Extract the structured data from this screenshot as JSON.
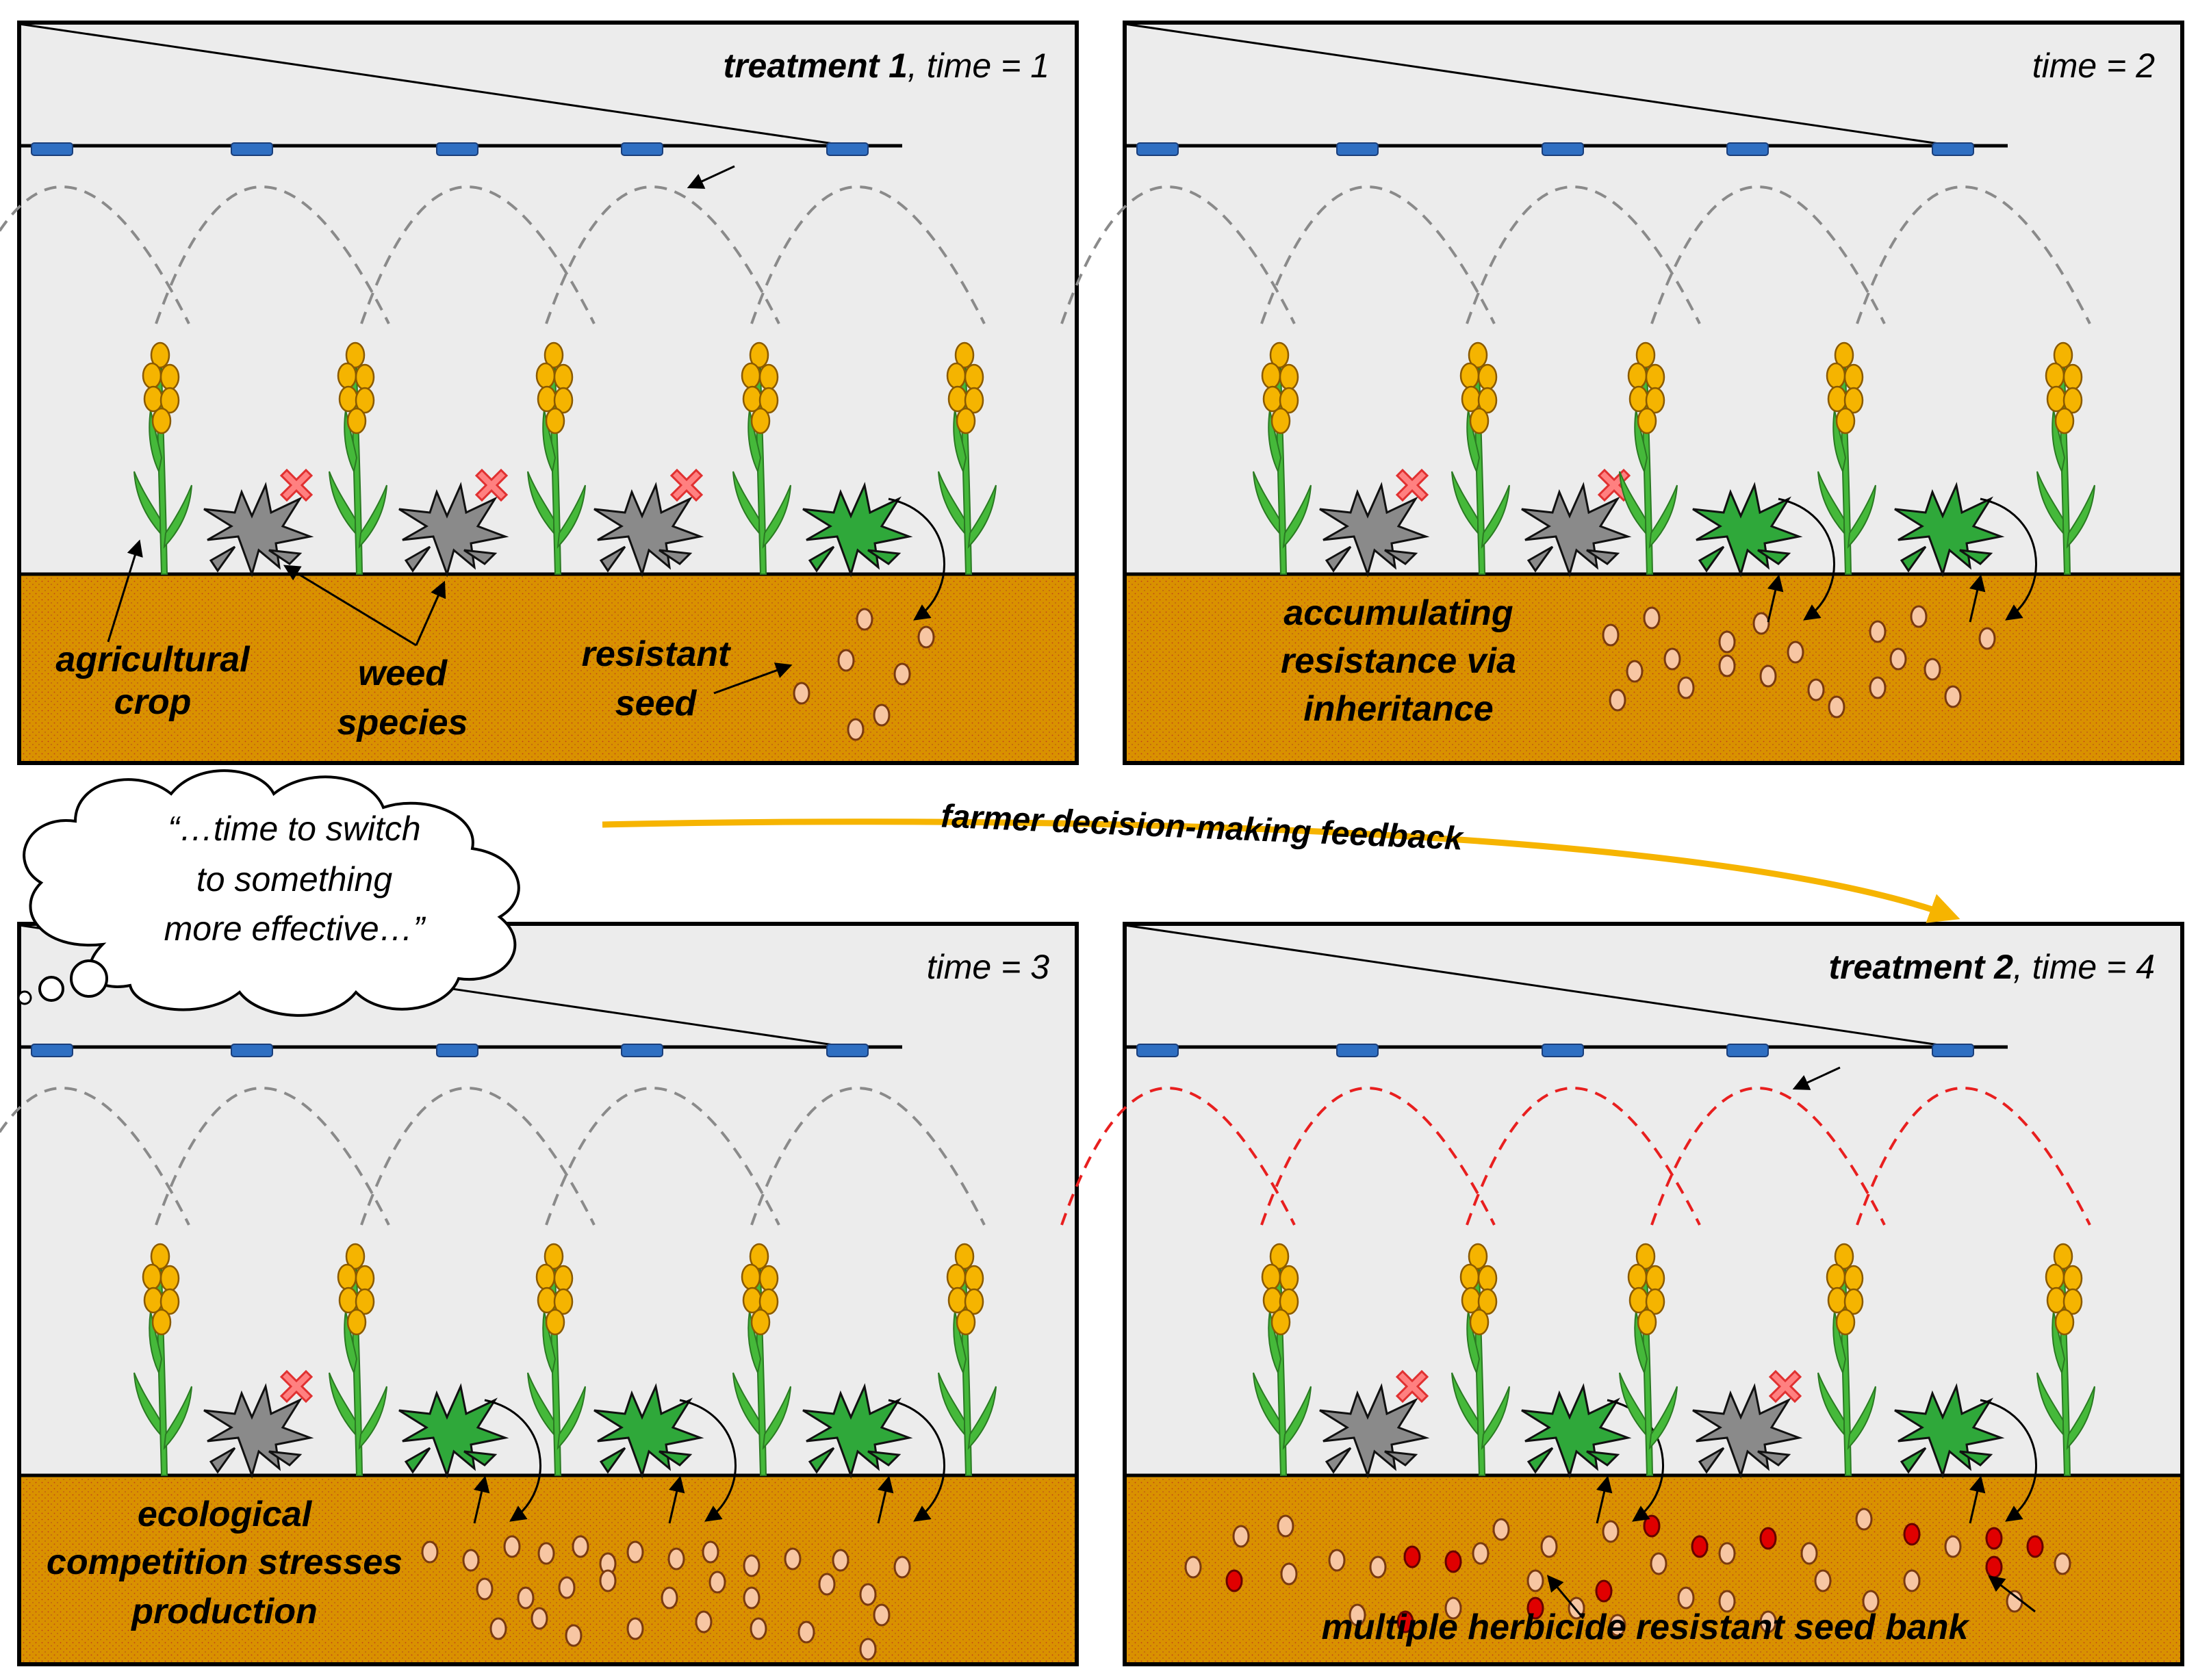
{
  "colors": {
    "sky": "#ececec",
    "soil": "#d99100",
    "soil_dot": "#b8521a",
    "crop_stem": "#45b93a",
    "crop_grain": "#f5b400",
    "weed_grey": "#8a8a8a",
    "weed_green": "#2fa83a",
    "nozzle": "#2f6fc2",
    "spray_grey": "#8a8a8a",
    "spray_red": "#e81f1f",
    "seed_light": "#f7c6a3",
    "seed_red": "#e00000",
    "feedback_arrow": "#f6b400",
    "cross": "#ff8080"
  },
  "icons": [
    "crop-icon",
    "weed-icon",
    "cross-icon",
    "seed-icon",
    "nozzle-icon",
    "thought-cloud-icon"
  ],
  "panels": [
    {
      "id": "panel1",
      "time_bold": "treatment 1",
      "time_text": ", time = 1",
      "spray": "grey",
      "labels": [
        "agricultural",
        "crop",
        "weed",
        "species",
        "resistant",
        "seed"
      ]
    },
    {
      "id": "panel2",
      "time_bold": "",
      "time_text": "time = 2",
      "spray": "grey",
      "labels": [
        "accumulating",
        "resistance via",
        "inheritance"
      ]
    },
    {
      "id": "panel3",
      "time_bold": "",
      "time_text": "time = 3",
      "spray": "grey",
      "labels": [
        "ecological",
        "competition stresses",
        "production"
      ]
    },
    {
      "id": "panel4",
      "time_bold": "treatment 2",
      "time_text": ", time = 4",
      "spray": "red",
      "labels": [
        "multiple herbicide resistant seed bank"
      ]
    }
  ],
  "thought": {
    "line1": "“…time to switch",
    "line2": "to something",
    "line3": "more effective…”"
  },
  "feedback_label": "farmer decision-making feedback"
}
